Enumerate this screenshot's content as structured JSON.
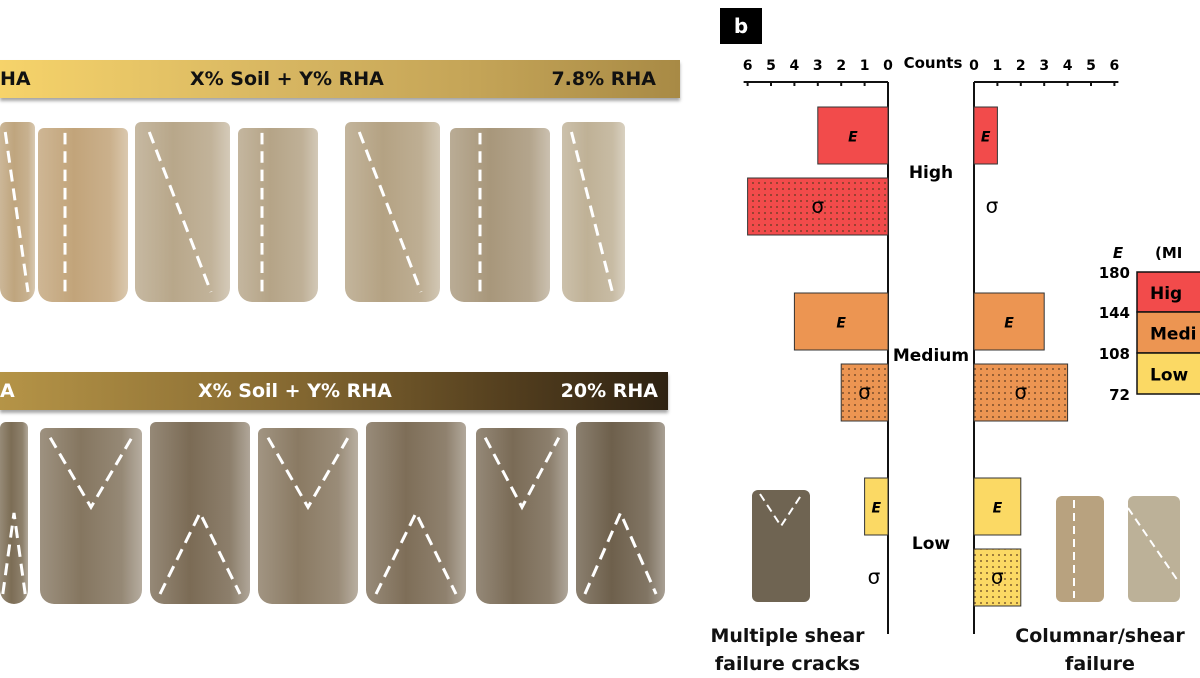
{
  "panel_a": {
    "top_band": {
      "left": "HA",
      "center": "X% Soil + Y% RHA",
      "right": "7.8% RHA"
    },
    "bottom_band": {
      "left": "A",
      "center": "X% Soil + Y% RHA",
      "right": "20% RHA"
    }
  },
  "panel_b": {
    "label": "b",
    "left_caption": "Multiple shear failure cracks",
    "right_caption": "Columnar/shear failure",
    "legend": {
      "title_symbol": "E",
      "title_unit": "(MI",
      "ticks": [
        "180",
        "144",
        "108",
        "72"
      ],
      "levels": [
        {
          "label": "Hig",
          "color": "#f24b4b"
        },
        {
          "label": "Medi",
          "color": "#ec9552"
        },
        {
          "label": "Low",
          "color": "#fbd964"
        }
      ]
    }
  },
  "chart_data": {
    "type": "bar",
    "orientation": "horizontal-back-to-back",
    "axis_title": "Counts",
    "ticks_left": [
      "6",
      "5",
      "4",
      "3",
      "2",
      "1",
      "0"
    ],
    "ticks_right": [
      "0",
      "1",
      "2",
      "3",
      "4",
      "5",
      "6"
    ],
    "xlim": [
      0,
      6
    ],
    "categories": [
      "High",
      "Medium",
      "Low"
    ],
    "colors": {
      "High": "#f24b4b",
      "Medium": "#ec9552",
      "Low": "#fbd964"
    },
    "bar_labels": {
      "E": "E",
      "sigma": "σ"
    },
    "left_group": {
      "name": "Multiple shear failure cracks",
      "E": [
        3,
        4,
        1
      ],
      "sigma": [
        6,
        2,
        0
      ]
    },
    "right_group": {
      "name": "Columnar/shear failure",
      "E": [
        1,
        3,
        2
      ],
      "sigma": [
        0,
        4,
        2
      ]
    }
  }
}
